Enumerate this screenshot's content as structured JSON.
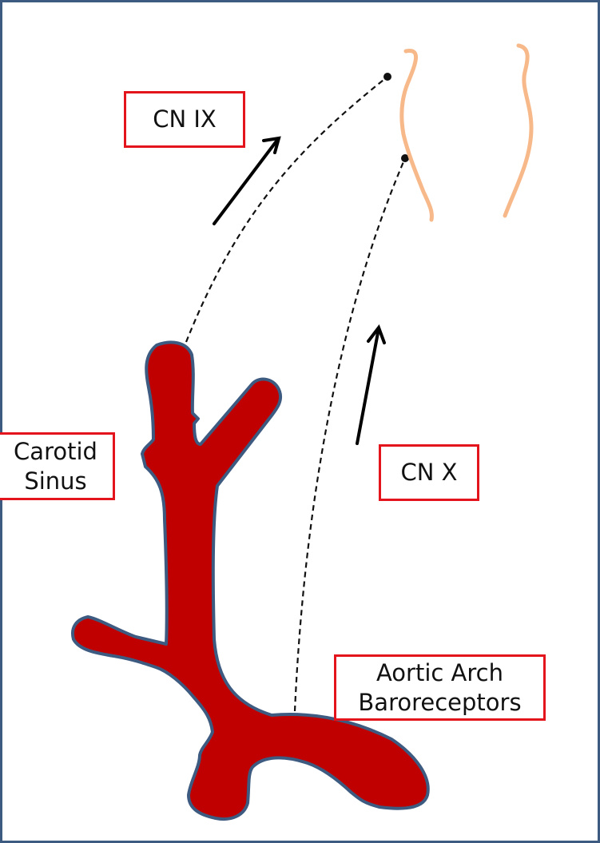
{
  "labels": {
    "cn_ix": "CN IX",
    "cn_x": "CN X",
    "carotid_sinus": [
      "Carotid",
      "Sinus"
    ],
    "aortic_arch_baroreceptors": [
      "Aortic Arch",
      "Baroreceptors"
    ]
  },
  "colors": {
    "vessel_fill": "#c00000",
    "vessel_outline": "#3d5a80",
    "label_border": "#e3141c",
    "nerve_root": "#f7b98a",
    "frame": "#3d5a80"
  }
}
